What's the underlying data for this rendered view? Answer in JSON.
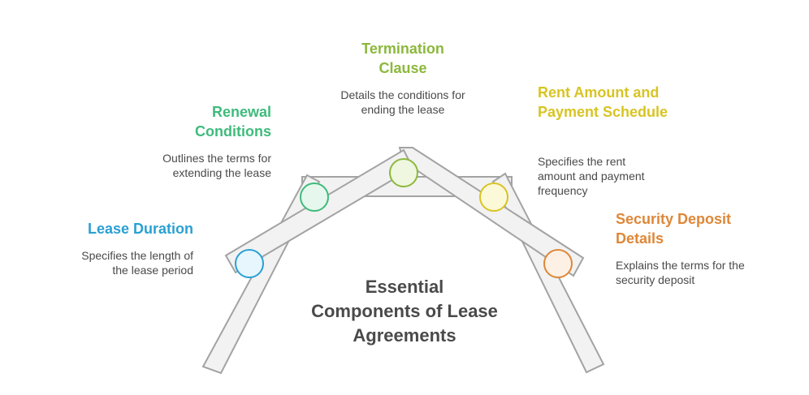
{
  "title": "Essential Components of Lease Agreements",
  "items": [
    {
      "title": "Lease Duration",
      "desc": "Specifies the length of the lease period",
      "color": "#2aa0d4",
      "fill": "#e6f6fc"
    },
    {
      "title": "Renewal Conditions",
      "desc": "Outlines the terms for extending the lease",
      "color": "#3fbb7c",
      "fill": "#e6f7ed"
    },
    {
      "title": "Termination Clause",
      "desc": "Details the conditions for ending the lease",
      "color": "#8cb83c",
      "fill": "#eff7e0"
    },
    {
      "title": "Rent Amount and Payment Schedule",
      "desc": "Specifies the rent amount and payment frequency",
      "color": "#d8c423",
      "fill": "#fcf9d8"
    },
    {
      "title": "Security Deposit Details",
      "desc": "Explains the terms for the security deposit",
      "color": "#de8738",
      "fill": "#fdf0e4"
    }
  ],
  "colors": {
    "beam_fill": "#f2f2f2",
    "beam_stroke": "#a3a3a3",
    "title_text": "#4a4a4a",
    "desc_text": "#4a4a4a"
  }
}
